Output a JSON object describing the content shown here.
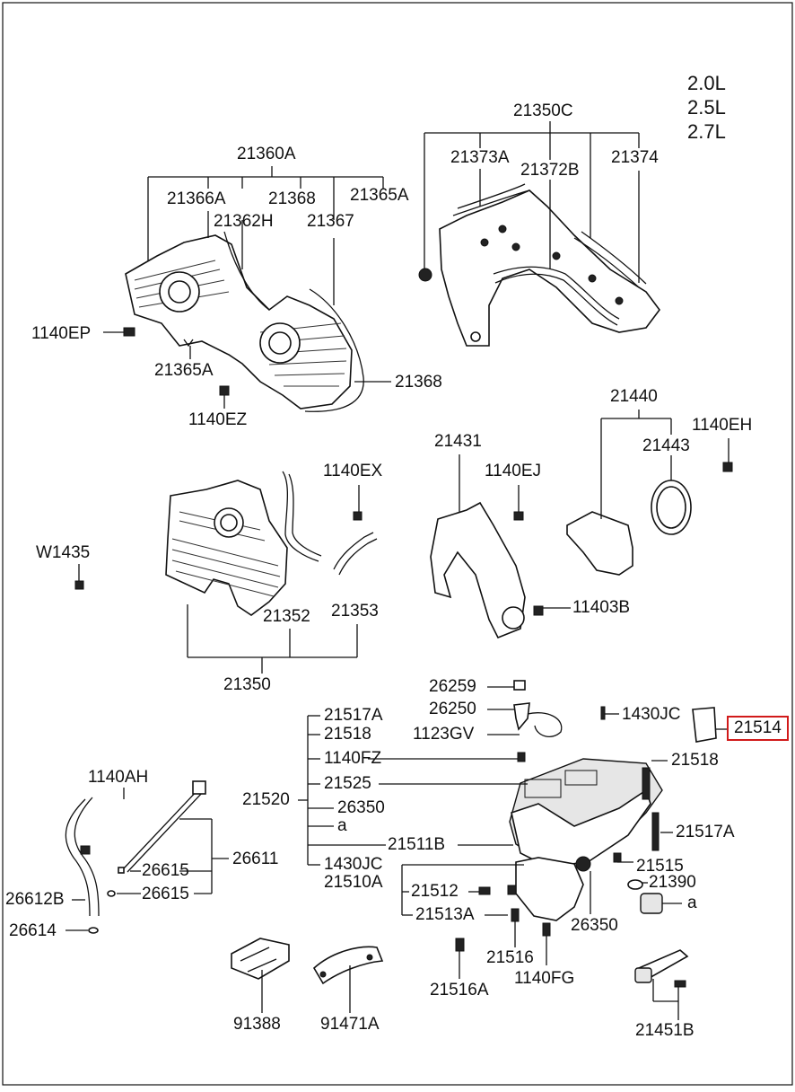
{
  "engine_options": [
    "2.0L",
    "2.5L",
    "2.7L"
  ],
  "highlight_color": "#d11a1a",
  "labels": {
    "p21360A": "21360A",
    "p21366A": "21366A",
    "p21368a": "21368",
    "p21365A_top": "21365A",
    "p21362H": "21362H",
    "p21367": "21367",
    "p1140EP": "1140EP",
    "p21365A_low": "21365A",
    "p21368b": "21368",
    "p1140EZ": "1140EZ",
    "p21350C": "21350C",
    "p21373A": "21373A",
    "p21372B": "21372B",
    "p21374": "21374",
    "p21440": "21440",
    "p1140EH": "1140EH",
    "p21443": "21443",
    "p21431": "21431",
    "p1140EX": "1140EX",
    "p1140EJ": "1140EJ",
    "pW1435": "W1435",
    "p21352": "21352",
    "p21353": "21353",
    "p11403B": "11403B",
    "p21350": "21350",
    "p26259": "26259",
    "p26250": "26250",
    "p1123GV": "1123GV",
    "p21517A_top": "21517A",
    "p21518_top": "21518",
    "p1140FZ": "1140FZ",
    "p21525": "21525",
    "p21520": "21520",
    "p26350_top": "26350",
    "pa_top": "a",
    "p21511B": "21511B",
    "p1430JC_low": "1430JC",
    "p21510A": "21510A",
    "p21512": "21512",
    "p21513A": "21513A",
    "p1430JC_top": "1430JC",
    "p21514": "21514",
    "p21518_right": "21518",
    "p21517A_right": "21517A",
    "p21515": "21515",
    "p21390": "21390",
    "pa_right": "a",
    "p26350_low": "26350",
    "p21516": "21516",
    "p1140FG": "1140FG",
    "p21516A": "21516A",
    "p1140AH": "1140AH",
    "p26611": "26611",
    "p26615a": "26615",
    "p26615b": "26615",
    "p26612B": "26612B",
    "p26614": "26614",
    "p91388": "91388",
    "p91471A": "91471A",
    "p21451B": "21451B"
  }
}
